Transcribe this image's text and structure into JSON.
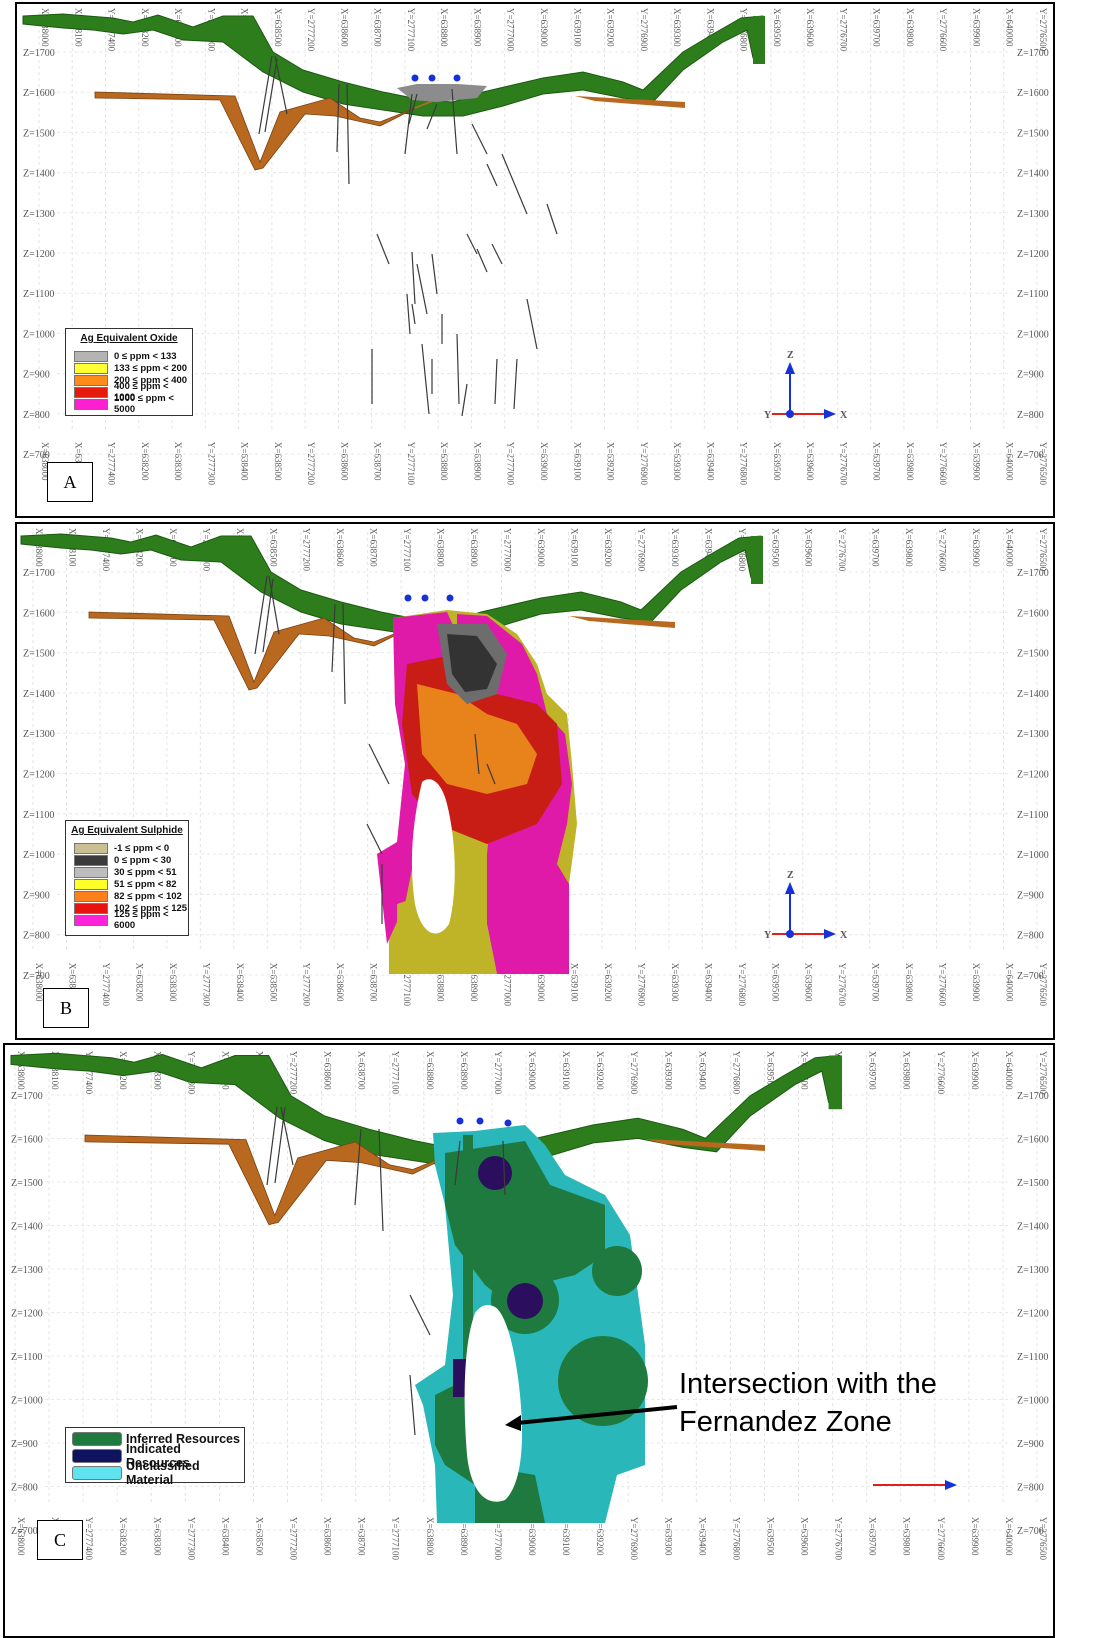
{
  "panels": [
    {
      "label": "A",
      "legend": {
        "title": "Ag Equivalent Oxide",
        "items": [
          {
            "label": "0  ≤ ppm < 133",
            "color": "#b4b4b4"
          },
          {
            "label": "133 ≤ ppm < 200",
            "color": "#ffff33"
          },
          {
            "label": "200 ≤ ppm < 400",
            "color": "#ff8c1a"
          },
          {
            "label": "400 ≤ ppm < 1000",
            "color": "#e51b0e"
          },
          {
            "label": "1000 ≤ ppm < 5000",
            "color": "#ff1fd2"
          }
        ]
      }
    },
    {
      "label": "B",
      "legend": {
        "title": "Ag Equivalent Sulphide",
        "items": [
          {
            "label": "-1  ≤ ppm < 0",
            "color": "#c9bf93"
          },
          {
            "label": "0  ≤ ppm < 30",
            "color": "#3b3b3b"
          },
          {
            "label": "30  ≤ ppm < 51",
            "color": "#bdbdbd"
          },
          {
            "label": "51  ≤ ppm < 82",
            "color": "#ffff2a"
          },
          {
            "label": "82  ≤ ppm < 102",
            "color": "#ff7f1a"
          },
          {
            "label": "102 ≤ ppm < 125",
            "color": "#e8130e"
          },
          {
            "label": "125 ≤ ppm < 6000",
            "color": "#ff22d8"
          }
        ]
      }
    },
    {
      "label": "C",
      "legend": {
        "title": "",
        "items": [
          {
            "label": "Inferred Resources",
            "color": "#1e7a3e"
          },
          {
            "label": "Indicated Resources",
            "color": "#101460"
          },
          {
            "label": "Unclassified Material",
            "color": "#5ee3ef"
          }
        ]
      },
      "annotation": {
        "line1": "Intersection with the",
        "line2": "Fernandez Zone"
      }
    }
  ],
  "z_axis_labels": [
    "Z=1700",
    "Z=1600",
    "Z=1500",
    "Z=1400",
    "Z=1300",
    "Z=1200",
    "Z=1100",
    "Z=1000",
    "Z=900",
    "Z=800",
    "Z=700"
  ],
  "x_axis_labels": [
    "X=638000",
    "X=638100",
    "Y=2777400",
    "X=638200",
    "X=638300",
    "Y=2777300",
    "X=638400",
    "X=638500",
    "Y=2777200",
    "X=638600",
    "X=638700",
    "Y=2777100",
    "X=638800",
    "X=638900",
    "Y=2777000",
    "X=639000",
    "X=639100",
    "X=639200",
    "Y=2776900",
    "X=639300",
    "X=639400",
    "Y=2776800",
    "X=639500",
    "X=639600",
    "Y=2776700",
    "X=639700",
    "X=639800",
    "Y=2776600",
    "X=639900",
    "X=640000",
    "Y=2776500"
  ],
  "axes_glyph": {
    "up": "Z",
    "right": "X",
    "left": "Y"
  },
  "colors": {
    "topo": "#2e7d1d",
    "fault": "#b8681f",
    "drill": "#3a3a3a",
    "collar": "#1531d8",
    "sect_green": "#1e7a3e",
    "sect_cyan": "#29b7b9",
    "sect_navy": "#2b0f5e"
  }
}
